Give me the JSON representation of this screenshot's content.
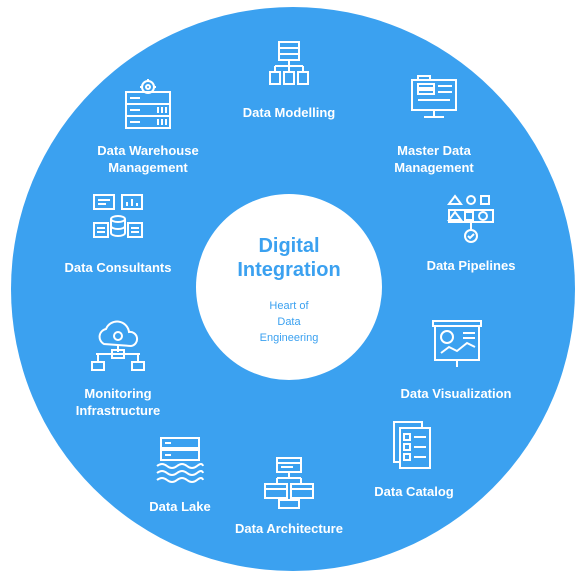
{
  "center": {
    "title": "Digital\nIntegration",
    "subtitle": "Heart of\nData\nEngineering"
  },
  "items": [
    {
      "label": "Data Modelling",
      "icon": "hierarchy-tree-icon"
    },
    {
      "label": "Master Data\nManagement",
      "icon": "monitor-database-icon"
    },
    {
      "label": "Data Pipelines",
      "icon": "workflow-shapes-icon"
    },
    {
      "label": "Data Visualization",
      "icon": "presentation-chart-icon"
    },
    {
      "label": "Data Catalog",
      "icon": "catalog-documents-icon"
    },
    {
      "label": "Data Architecture",
      "icon": "architecture-blocks-icon"
    },
    {
      "label": "Data Lake",
      "icon": "server-waves-icon"
    },
    {
      "label": "Monitoring\nInfrastructure",
      "icon": "cloud-network-icon"
    },
    {
      "label": "Data Consultants",
      "icon": "consultant-dashboards-icon"
    },
    {
      "label": "Data Warehouse\nManagement",
      "icon": "warehouse-server-gear-icon"
    }
  ],
  "colors": {
    "ring": "#3ba1f0",
    "center": "#ffffff",
    "text_on_ring": "#ffffff",
    "text_on_center": "#3ba1f0"
  }
}
